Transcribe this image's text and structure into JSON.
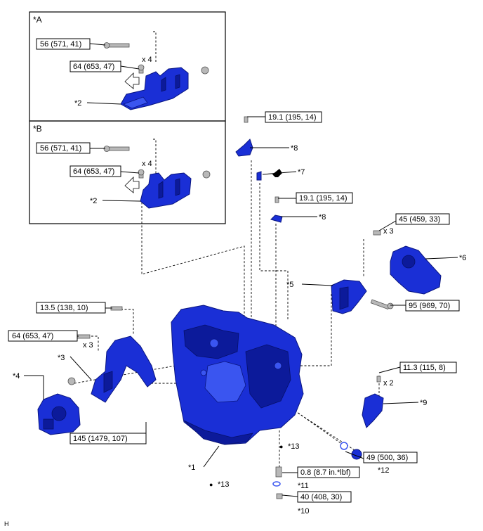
{
  "insets": {
    "a": {
      "label": "*A"
    },
    "b": {
      "label": "*B"
    }
  },
  "torques": {
    "t56": "56 (571, 41)",
    "t64": "64 (653, 47)",
    "t19": "19.1 (195, 14)",
    "t45": "45 (459, 33)",
    "t95": "95 (969, 70)",
    "t13_5": "13.5 (138, 10)",
    "t11_3": "11.3 (115, 8)",
    "t145": "145 (1479, 107)",
    "t49": "49 (500, 36)",
    "t0_8": "0.8 (8.7 in.*lbf)",
    "t40": "40 (408, 30)"
  },
  "quantities": {
    "x4": "x 4",
    "x3": "x 3",
    "x2": "x 2"
  },
  "parts": {
    "p1": "*1",
    "p2": "*2",
    "p3": "*3",
    "p4": "*4",
    "p5": "*5",
    "p6": "*6",
    "p7": "*7",
    "p8": "*8",
    "p9": "*9",
    "p10": "*10",
    "p11": "*11",
    "p12": "*12",
    "p13": "*13"
  },
  "marks": {
    "new_part_dot": "●"
  },
  "corner_code": "H",
  "colors": {
    "part_blue": "#1a2fd6",
    "bolt_gray": "#b8b8b8",
    "line": "#000000"
  }
}
